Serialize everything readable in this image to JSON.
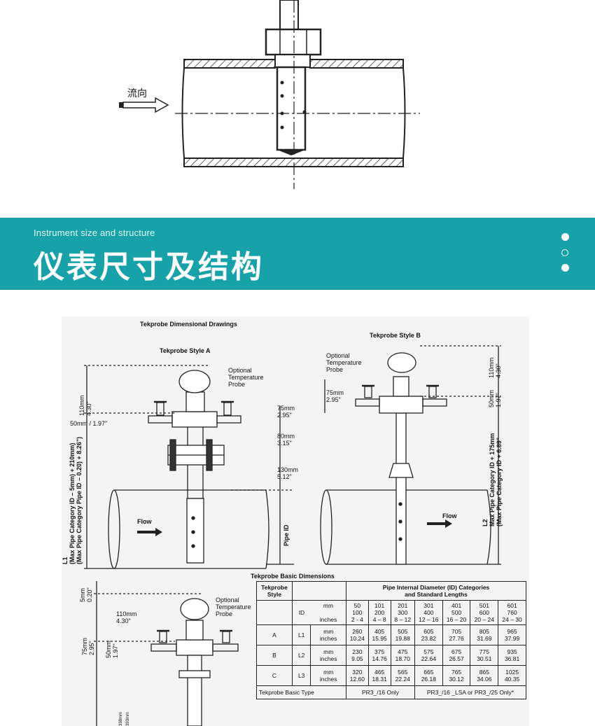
{
  "top_diagram": {
    "flow_label": "流向"
  },
  "banner": {
    "subtitle": "Instrument size and structure",
    "title": "仪表尺寸及结构",
    "dots": [
      "filled",
      "hollow",
      "filled"
    ]
  },
  "drawing": {
    "heading": "Tekprobe Dimensional Drawings",
    "style_a": {
      "title": "Tekprobe Style A",
      "optional_probe": "Optional\nTemperature\nProbe",
      "dim_110": "110mm\n4.30\"",
      "dim_50": "50mm / 1.97\"",
      "dim_75": "75mm\n2.95\"",
      "dim_80": "80mm\n3.15\"",
      "dim_130": "130mm\n5.12\"",
      "l1_label": "L1\n(Max Pipe Category ID – 5mm) + 210mm)\n(Max Pipe Category Pipe ID – 0.20) + 8.26\")",
      "pipe_id": "Pipe ID",
      "flow": "Flow"
    },
    "style_b": {
      "title": "Tekprobe Style B",
      "optional_probe": "Optional\nTemperature\nProbe",
      "dim_75": "75mm\n2.95\"",
      "dim_110": "110mm\n4.30\"",
      "dim_50": "50mm\n1.97\"",
      "l2_label": "L2\nMax Pipe Category ID + 175mm\n(Max Pipe Category ID + 6.89\"",
      "flow": "Flow"
    },
    "style_c": {
      "dim_5": "5mm\n0.20\"",
      "dim_110": "110mm\n4.30\"",
      "optional_probe": "Optional\nTemperature\nProbe",
      "dim_75": "75mm\n2.95\"",
      "dim_50": "50mm\n1.97\"",
      "dim_bottom": "338mm\n393mm"
    },
    "basic_dimensions": {
      "title": "Tekprobe Basic Dimensions",
      "header_style": "Tekprobe\nStyle",
      "header_categories": "Pipe Internal Diameter (ID) Categories\nand Standard Lengths",
      "id_row": {
        "label": "ID",
        "units": [
          "mm",
          "inches"
        ],
        "values": [
          [
            "50\n100",
            "2 - 4"
          ],
          [
            "101\n200",
            "4 – 8"
          ],
          [
            "201\n300",
            "8 – 12"
          ],
          [
            "301\n400",
            "12 – 16"
          ],
          [
            "401\n500",
            "16 – 20"
          ],
          [
            "501\n600",
            "20 – 24"
          ],
          [
            "601\n760",
            "24 – 30"
          ]
        ]
      },
      "rows": [
        {
          "style": "A",
          "length": "L1",
          "mm": [
            "260",
            "405",
            "505",
            "605",
            "705",
            "805",
            "965"
          ],
          "inches": [
            "10.24",
            "15.95",
            "19.88",
            "23.82",
            "27.76",
            "31.69",
            "37.99"
          ]
        },
        {
          "style": "B",
          "length": "L2",
          "mm": [
            "230",
            "375",
            "475",
            "575",
            "675",
            "775",
            "935"
          ],
          "inches": [
            "9.05",
            "14.76",
            "18.70",
            "22.64",
            "26.57",
            "30.51",
            "36.81"
          ]
        },
        {
          "style": "C",
          "length": "L3",
          "mm": [
            "320",
            "465",
            "565",
            "665",
            "765",
            "865",
            "1025"
          ],
          "inches": [
            "12.60",
            "18.31",
            "22.24",
            "26.18",
            "30.12",
            "34.06",
            "40.35"
          ]
        }
      ],
      "unit_mm": "mm",
      "unit_in": "inches",
      "basic_type_label": "Tekprobe Basic Type",
      "type_1": "PR3_/16 Only",
      "type_2": "PR3_/16 _LSA or PR3_/25 Only*"
    }
  }
}
